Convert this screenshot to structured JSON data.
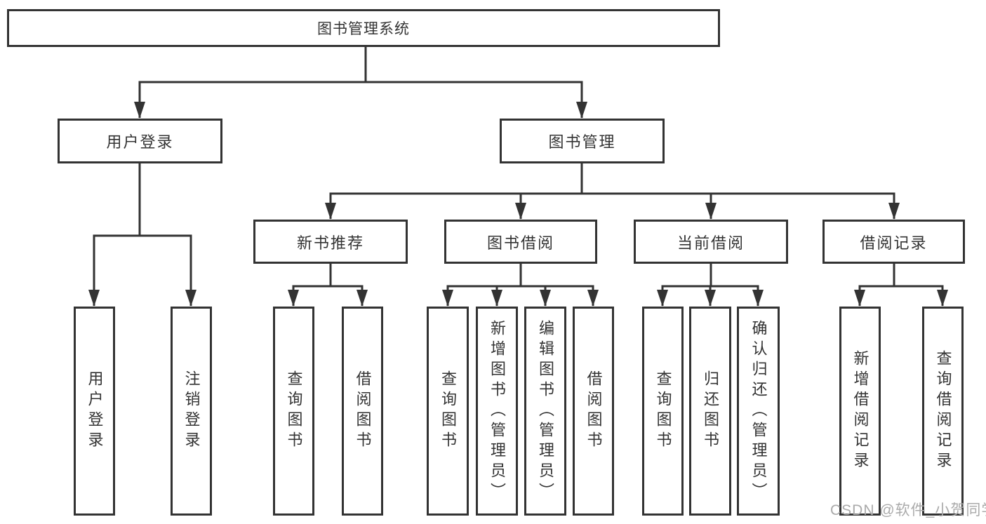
{
  "nodes": {
    "root": "图书管理系统",
    "user_login": "用户登录",
    "book_management": "图书管理",
    "new_book_recommend": "新书推荐",
    "book_borrow": "图书借阅",
    "current_borrow": "当前借阅",
    "borrow_record": "借阅记录",
    "leaf_login": "用户登录",
    "leaf_logout": "注销登录",
    "leaf_recommend_query": "查询图书",
    "leaf_recommend_borrow": "借阅图书",
    "leaf_borrow_query": "查询图书",
    "leaf_borrow_add": "新增图书（管理员）",
    "leaf_borrow_edit": "编辑图书（管理员）",
    "leaf_borrow_borrow": "借阅图书",
    "leaf_current_query": "查询图书",
    "leaf_current_return": "归还图书",
    "leaf_current_confirm": "确认归还（管理员）",
    "leaf_record_add": "新增借阅记录",
    "leaf_record_query": "查询借阅记录"
  },
  "hierarchy": {
    "图书管理系统": [
      "用户登录",
      "图书管理"
    ],
    "用户登录": [
      "用户登录",
      "注销登录"
    ],
    "图书管理": [
      "新书推荐",
      "图书借阅",
      "当前借阅",
      "借阅记录"
    ],
    "新书推荐": [
      "查询图书",
      "借阅图书"
    ],
    "图书借阅": [
      "查询图书",
      "新增图书（管理员）",
      "编辑图书（管理员）",
      "借阅图书"
    ],
    "当前借阅": [
      "查询图书",
      "归还图书",
      "确认归还（管理员）"
    ],
    "借阅记录": [
      "新增借阅记录",
      "查询借阅记录"
    ]
  },
  "watermark": "CSDN @软件_小贺同学",
  "colors": {
    "line": "#333333",
    "box_border": "#333333",
    "text": "#333333",
    "watermark": "#aaaaaa",
    "background": "#ffffff"
  }
}
